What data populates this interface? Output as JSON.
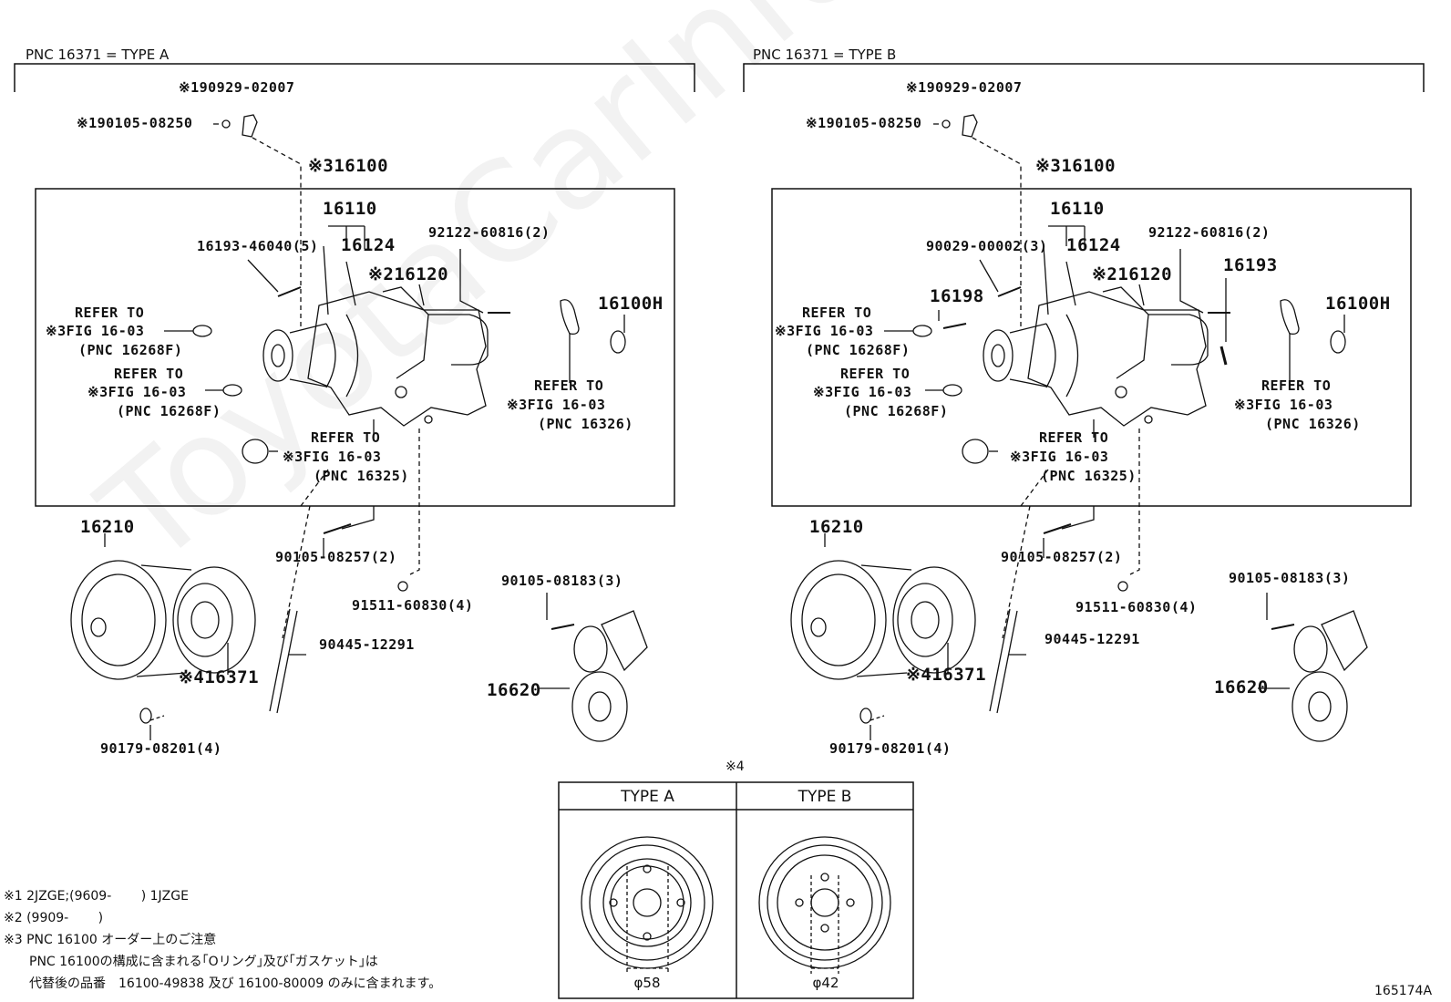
{
  "watermark": "ToyotaCarInfo.ru",
  "diagram_id": "165174A",
  "panels": [
    {
      "header": "PNC 16371 = TYPE A",
      "clip_part": "※190929-02007",
      "clip_bolt": "※190105-08250",
      "assembly": "※316100",
      "pump_body": "16110",
      "pump_gasket_pnc": "16124",
      "pump_sub": "※216120",
      "stud_bolt": "92122-60816(2)",
      "pump_bolt": "16193-46040(5)",
      "extra_bolt": "",
      "extra_part": "",
      "o_ring": "16100H",
      "ref1": [
        "REFER TO",
        "※3FIG 16-03",
        "(PNC 16268F)"
      ],
      "ref2": [
        "REFER TO",
        "※3FIG 16-03",
        "(PNC 16268F)"
      ],
      "ref3": [
        "REFER TO",
        "※3FIG 16-03",
        "(PNC 16326)"
      ],
      "ref4": [
        "REFER TO",
        "※3FIG 16-03",
        "(PNC 16325)"
      ],
      "fan_coupling": "16210",
      "bolt_90105": "90105-08257(2)",
      "pin_91511": "91511-60830(4)",
      "hose": "90445-12291",
      "pulley": "※416371",
      "nut": "90179-08201(4)",
      "tensioner_bolt": "90105-08183(3)",
      "tensioner": "16620"
    },
    {
      "header": "PNC 16371 = TYPE B",
      "clip_part": "※190929-02007",
      "clip_bolt": "※190105-08250",
      "assembly": "※316100",
      "pump_body": "16110",
      "pump_gasket_pnc": "16124",
      "pump_sub": "※216120",
      "stud_bolt": "92122-60816(2)",
      "pump_bolt": "90029-00002(3)",
      "extra_bolt": "16198",
      "extra_part": "16193",
      "o_ring": "16100H",
      "ref1": [
        "REFER TO",
        "※3FIG 16-03",
        "(PNC 16268F)"
      ],
      "ref2": [
        "REFER TO",
        "※3FIG 16-03",
        "(PNC 16268F)"
      ],
      "ref3": [
        "REFER TO",
        "※3FIG 16-03",
        "(PNC 16326)"
      ],
      "ref4": [
        "REFER TO",
        "※3FIG 16-03",
        "(PNC 16325)"
      ],
      "fan_coupling": "16210",
      "bolt_90105": "90105-08257(2)",
      "pin_91511": "91511-60830(4)",
      "hose": "90445-12291",
      "pulley": "※416371",
      "nut": "90179-08201(4)",
      "tensioner_bolt": "90105-08183(3)",
      "tensioner": "16620"
    }
  ],
  "pulley_table": {
    "marker": "※4",
    "type_a": "TYPE A",
    "type_b": "TYPE B",
    "dia_a": "φ58",
    "dia_b": "φ42"
  },
  "notes": [
    "※1 2JZGE;(9609-　　 ) 1JZGE",
    "※2 (9909-　　 )",
    "※3 PNC 16100 オーダー上のご注意",
    "　　PNC 16100の構成に含まれる｢Oリング｣及び｢ガスケット｣は",
    "　　代替後の品番　16100-49838 及び 16100-80009 のみに含まれます。"
  ],
  "colors": {
    "line": "#111111",
    "background": "#ffffff"
  }
}
